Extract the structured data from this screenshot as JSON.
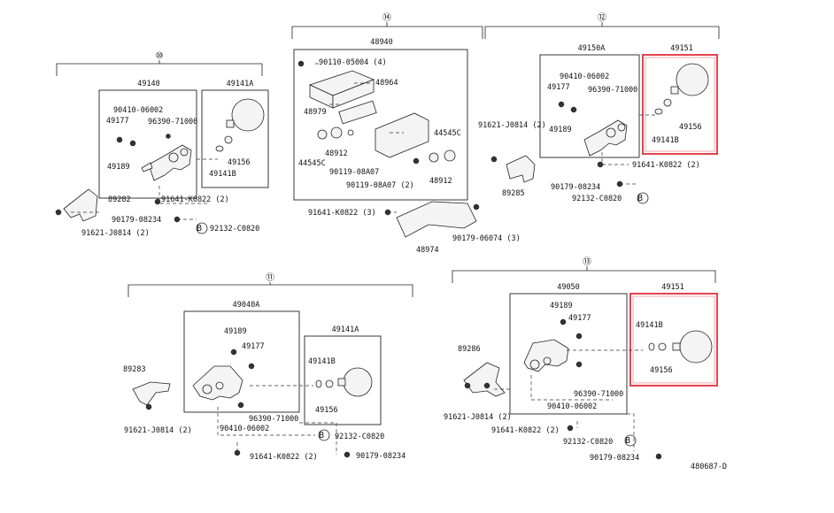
{
  "groups": {
    "g10": "⑩",
    "g11": "⑪",
    "g12": "⑫",
    "g13": "⑬",
    "g14": "⑭"
  },
  "labels": {
    "g10": [
      "49140",
      "49141A",
      "90410-06002",
      "96390-71000",
      "49177",
      "49189",
      "49156",
      "49141B",
      "89282",
      "91641-K0822 (2)",
      "90179-08234",
      "92132-C0820",
      "91621-J0814 (2)"
    ],
    "g14": [
      "48940",
      "90110-05004 (4)",
      "48964",
      "48979",
      "44545C",
      "48912",
      "44545C",
      "90119-08A07",
      "48912",
      "90119-08A07 (2)",
      "91641-K0822 (3)",
      "48974",
      "90179-06074 (3)"
    ],
    "g12": [
      "49150A",
      "49151",
      "90410-06002",
      "49177",
      "96390-71000",
      "49189",
      "91621-J0814 (2)",
      "49156",
      "49141B",
      "89285",
      "91641-K0822 (2)",
      "90179-08234",
      "92132-C0820"
    ],
    "g11": [
      "49040A",
      "49141A",
      "89283",
      "49189",
      "49177",
      "49141B",
      "96390-71000",
      "90410-06002",
      "49156",
      "91621-J0814 (2)",
      "92132-C0820",
      "91641-K0822 (2)",
      "90179-08234"
    ],
    "g13": [
      "49050",
      "49151",
      "89286",
      "49189",
      "49177",
      "49141B",
      "49156",
      "96390-71000",
      "90410-06002",
      "91621-J0814 (2)",
      "91641-K0822 (2)",
      "92132-C0820",
      "90179-08234"
    ],
    "ref_B": "B",
    "figure_id": "480687-D"
  },
  "colors": {
    "highlight": "#e0303a",
    "line": "#222222"
  }
}
